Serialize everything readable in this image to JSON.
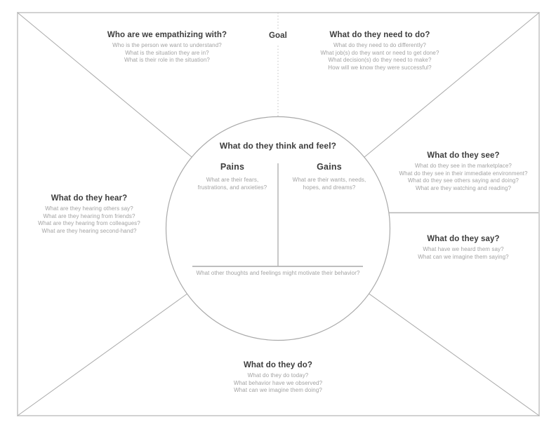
{
  "sections": {
    "empathizing": {
      "title": "Who are we empathizing with?",
      "questions": [
        "Who is the person we want to understand?",
        "What is the situation they are in?",
        "What is their role in the situation?"
      ]
    },
    "goal": {
      "label": "Goal"
    },
    "need": {
      "title": "What do they need to do?",
      "questions": [
        "What do they need to do differently?",
        "What job(s) do they want or need to get done?",
        "What decision(s) do they need to make?",
        "How will we know they were successful?"
      ]
    },
    "see": {
      "title": "What do they see?",
      "questions": [
        "What do they see in the marketplace?",
        "What do they see in their immediate environment?",
        "What do they see others saying and doing?",
        "What are they watching and reading?"
      ]
    },
    "say": {
      "title": "What do they say?",
      "questions": [
        "What have we heard them say?",
        "What can we imagine them saying?"
      ]
    },
    "hear": {
      "title": "What do they hear?",
      "questions": [
        "What are they hearing others say?",
        "What are they hearing from friends?",
        "What are they hearing from colleagues?",
        "What are they hearing second-hand?"
      ]
    },
    "think_feel": {
      "title": "What do they think and feel?",
      "pains": {
        "title": "Pains",
        "lines": [
          "What are their fears,",
          "frustrations, and anxieties?"
        ]
      },
      "gains": {
        "title": "Gains",
        "lines": [
          "What are their wants, needs,",
          "hopes, and dreams?"
        ]
      },
      "footer": "What other thoughts and feelings might motivate their behavior?"
    },
    "do": {
      "title": "What do they do?",
      "questions": [
        "What do they do today?",
        "What behavior have we observed?",
        "What can we imagine them doing?"
      ]
    }
  },
  "colors": {
    "heading_text": "#3d3d3d",
    "question_text": "#a2a2a2",
    "diagonal_line": "#a9a9a9",
    "circle_stroke": "#a9a9a9",
    "divider_gray": "#b5b5b5",
    "border_gray": "#d2d2d2",
    "background": "#ffffff"
  }
}
